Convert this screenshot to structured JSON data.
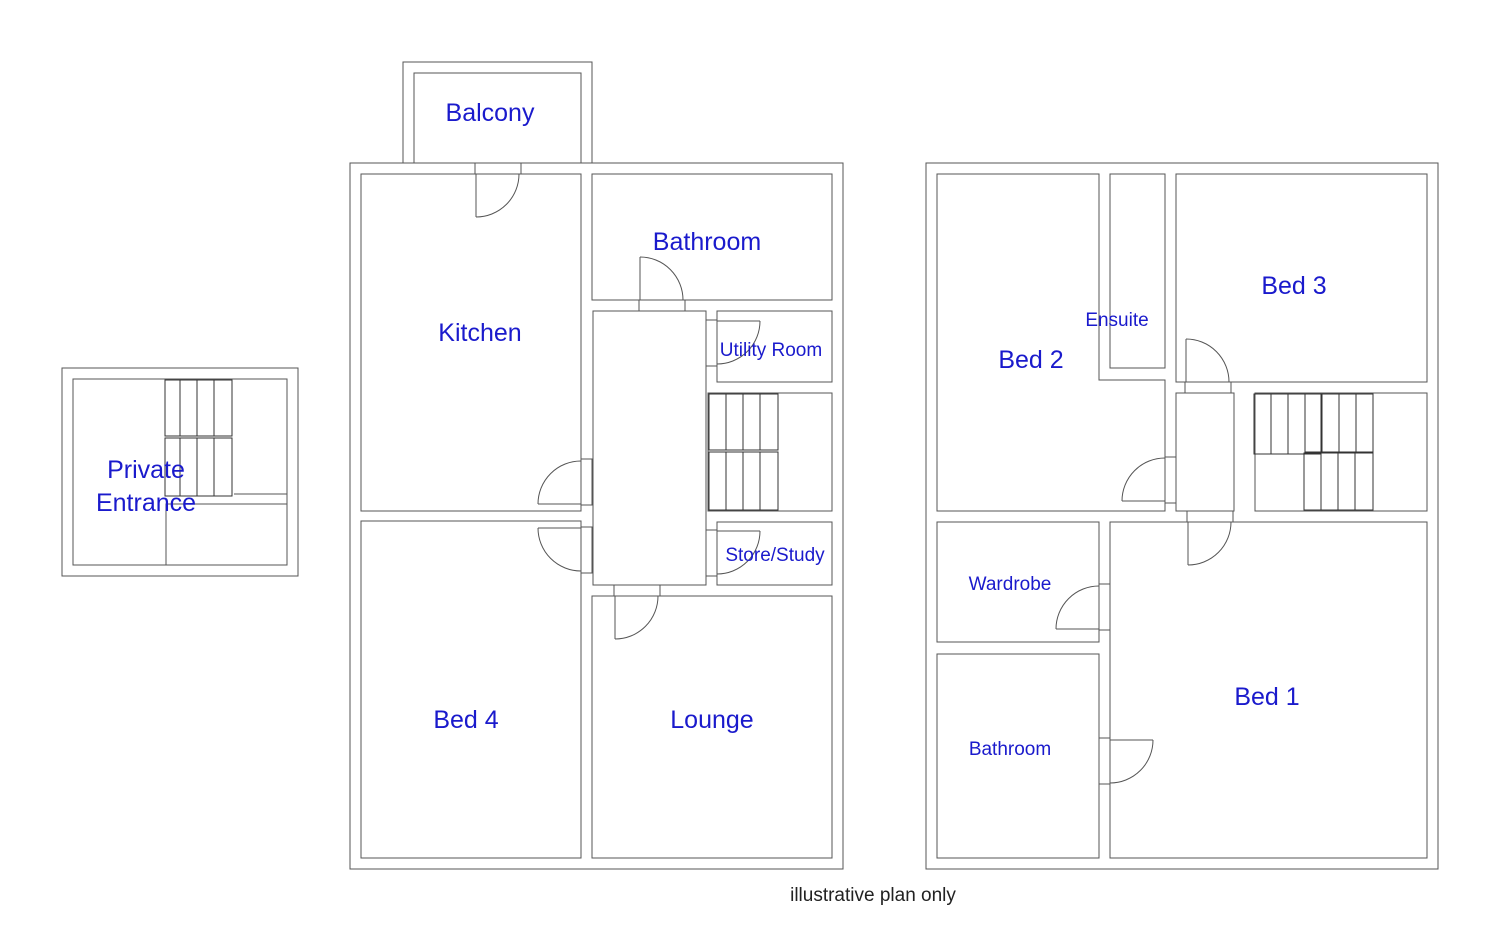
{
  "labels": {
    "private_entrance_line1": "Private",
    "private_entrance_line2": "Entrance",
    "balcony": "Balcony",
    "kitchen": "Kitchen",
    "bathroom_ground": "Bathroom",
    "utility_room": "Utility Room",
    "store_study": "Store/Study",
    "bed4": "Bed 4",
    "lounge": "Lounge",
    "bed2": "Bed 2",
    "ensuite": "Ensuite",
    "bed3": "Bed 3",
    "wardrobe": "Wardrobe",
    "bathroom_upper": "Bathroom",
    "bed1": "Bed 1"
  },
  "caption": "illustrative plan only",
  "colors": {
    "label": "#1a1acc",
    "wall": "#555555",
    "caption": "#222222"
  }
}
